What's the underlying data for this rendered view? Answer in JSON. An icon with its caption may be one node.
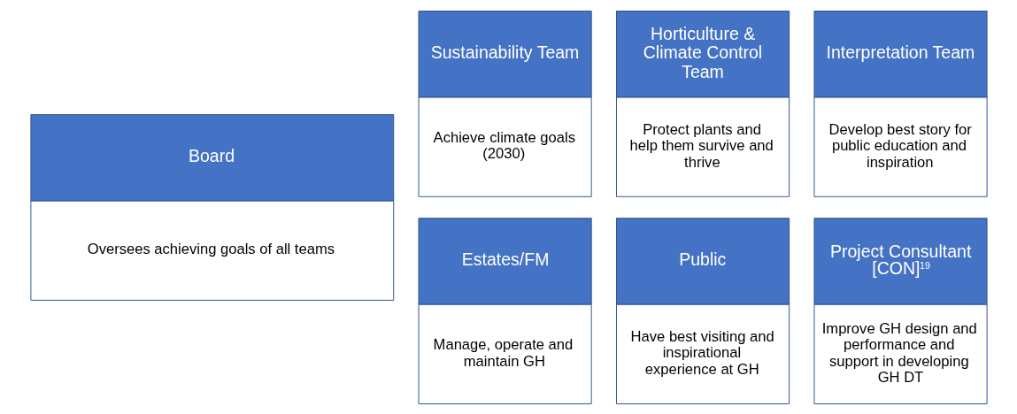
{
  "diagram": {
    "nodes": [
      {
        "text": [
          "Board",
          "Oversees achieving goals of all teams"
        ]
      },
      {
        "text": [
          "Sustainability Team",
          "Achieve climate goals (2030)"
        ]
      },
      {
        "text": [
          "Horticulture & Climate Control Team",
          "Protect plants and help them survive and thrive"
        ]
      },
      {
        "text": [
          "Interpretation Team",
          "Develop best story for public education and inspiration"
        ]
      },
      {
        "text": [
          "Estates/FM",
          "Manage, operate and maintain GH"
        ]
      },
      {
        "text": [
          "Public",
          "Have best visiting and inspirational experience at GH"
        ]
      },
      {
        "text": [
          "Project Consultant [CON]$^{19}$",
          "Improve GH design and performance and support in developing GH DT"
        ]
      }
    ]
  }
}
